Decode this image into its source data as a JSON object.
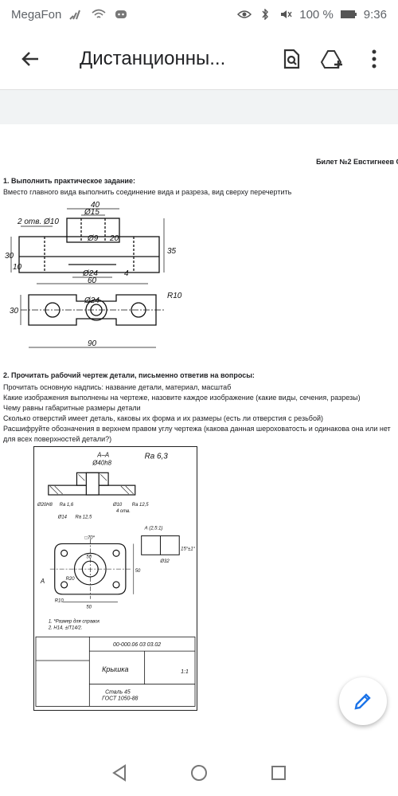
{
  "status": {
    "carrier": "MegaFon",
    "battery": "100 %",
    "time": "9:36"
  },
  "appbar": {
    "title": "Дистанционны..."
  },
  "document": {
    "ticket": "Билет №2 Евстигнеев С",
    "task1_title": "1.    Выполнить практическое задание:",
    "task1_text": "Вместо главного вида выполнить соединение вида и разреза, вид сверху перечертить",
    "task2_title": "2.    Прочитать рабочий чертеж детали, письменно ответив на вопросы:",
    "questions": [
      "Прочитать основную надпись: название детали, материал, масштаб",
      "Какие изображения выполнены на чертеже, назовите каждое изображение (какие виды, сечения, разрезы)",
      "Чему равны габаритные размеры детали",
      "Сколько отверстий имеет деталь, каковы их форма и их размеры (есть ли отверстия с резьбой)",
      "Расшифруйте обозначения в верхнем правом углу чертежа (какова данная шероховатость и одинакова она или нет",
      "для всех поверхностей детали?)"
    ],
    "drawing1": {
      "dim_40": "40",
      "dim_15": "Ø15",
      "holes": "2 отв. Ø10",
      "dim_9": "Ø9",
      "dim_20": "20",
      "dim_35": "35",
      "dim_30": "30",
      "dim_10": "10",
      "dim_24": "Ø24",
      "dim_4": "4",
      "dim_60": "60",
      "dim_24b": "Ø24",
      "dim_r10": "R10",
      "dim_30b": "30",
      "dim_90": "90"
    },
    "drawing2": {
      "section": "А–А",
      "roughness": "Ra 6,3",
      "dim_40h8": "Ø40h8",
      "dim_20h8": "Ø20H8",
      "ra16": "Ra 1,6",
      "dim_10": "Ø10",
      "ra125": "Ra 12,5",
      "otv4": "4 отв.",
      "dim_14": "Ø14",
      "ra125b": "Ra 12,5",
      "view_a": "А (2,5:1)",
      "sq70": "□70*",
      "dim_50": "50",
      "dim_50b": "50",
      "dim_50c": "50",
      "r10": "R10",
      "r20": "R20",
      "dim_32": "Ø32",
      "chamfer": "15°±1°",
      "note1": "1. *Размер для справок",
      "note2": "2. H14,   ±IT14/2.",
      "code": "00-000.06 03 03.02",
      "name": "Крышка",
      "material_1": "Сталь 45",
      "material_2": "ГОСТ 1050-88",
      "scale": "1:1",
      "a_label": "А"
    }
  }
}
